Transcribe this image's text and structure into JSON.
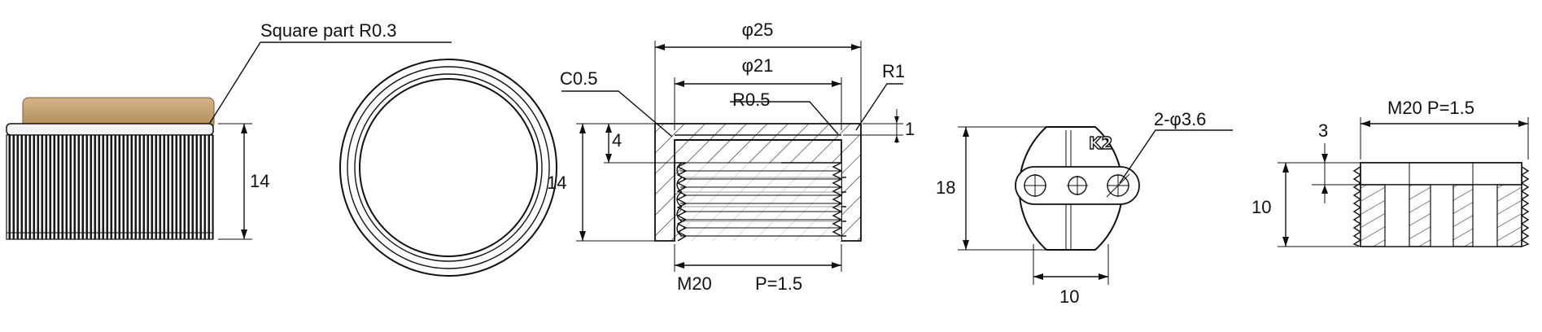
{
  "colors": {
    "line": "#111111",
    "cap_top": "#c8a574",
    "cap_band": "#b28d5d",
    "knurl_dark": "#1a1a1a",
    "hatch": "#222222"
  },
  "view1": {
    "note": "Square part R0.3",
    "height": "14"
  },
  "section": {
    "outer_dia": "φ25",
    "inner_dia": "φ21",
    "chamfer": "C0.5",
    "fillet_outer": "R1",
    "fillet_inner": "R0.5",
    "depth_top": "1",
    "depth_bore": "4",
    "height": "14",
    "thread_m": "M20",
    "thread_p": "P=1.5"
  },
  "wrench": {
    "holes": "2-φ3.6",
    "height": "18",
    "width": "10",
    "logo": "K2"
  },
  "plug": {
    "thread": "M20 P=1.5",
    "step": "3",
    "height": "10"
  }
}
